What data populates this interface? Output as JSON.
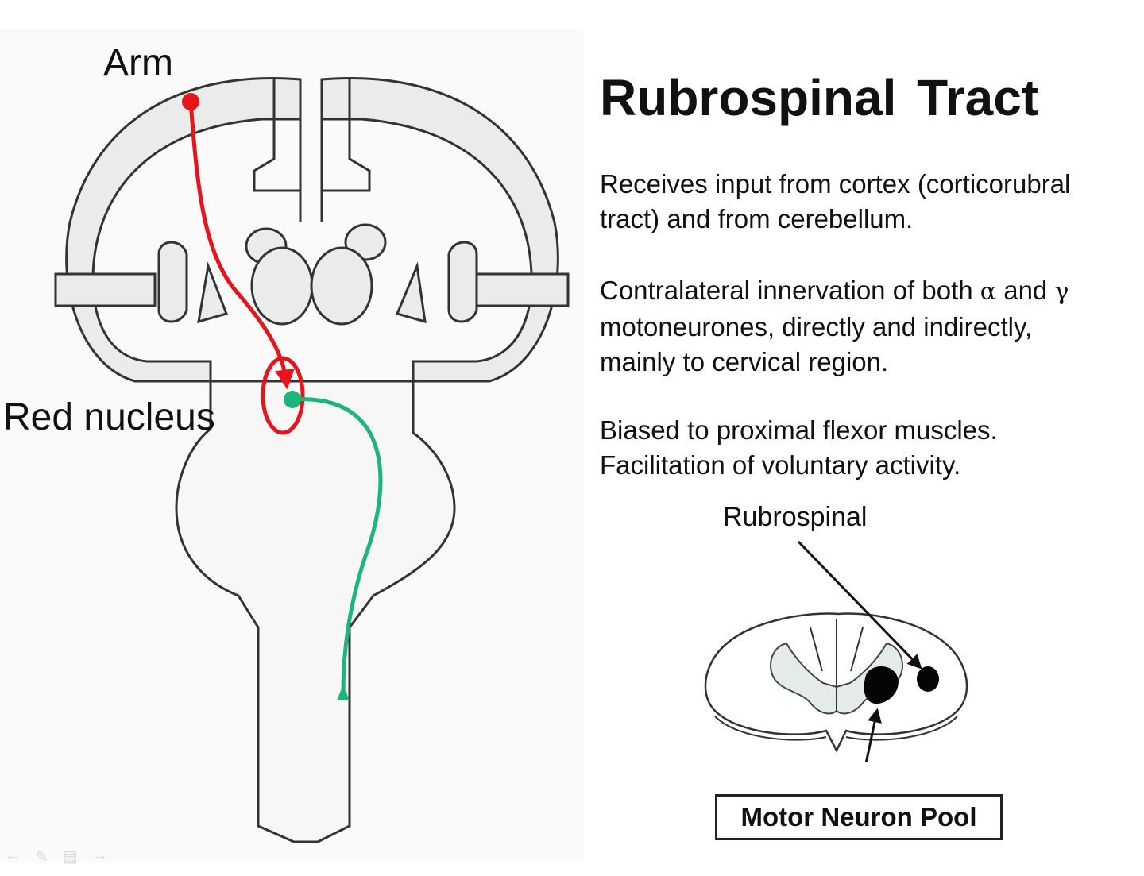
{
  "diagram": {
    "labels": {
      "arm": "Arm",
      "red_nucleus": "Red nucleus"
    },
    "colors": {
      "corticorubral_tract": "#e8141b",
      "rubrospinal_tract": "#1db57a",
      "brain_fill": "#e9ecea",
      "outline": "#333333"
    }
  },
  "slide": {
    "title": "Rubrospinal Tract",
    "paragraphs": [
      {
        "lines": [
          "Receives input from cortex (corticorubral",
          "tract) and from cerebellum."
        ]
      },
      {
        "lines": [
          "motoneurones, directly and indirectly,",
          "mainly to cervical region."
        ],
        "first_line": {
          "pre": "Contralateral innervation of both ",
          "alpha": "α",
          "mid": " and ",
          "gamma": "γ"
        }
      },
      {
        "lines": [
          "Biased to proximal flexor muscles.",
          "Facilitation of voluntary activity."
        ]
      }
    ]
  },
  "cord_inset": {
    "rubrospinal_label": "Rubrospinal",
    "motor_neuron_pool_label": "Motor Neuron Pool"
  },
  "slideshow_controls": [
    "previous-icon",
    "pen-icon",
    "menu-icon",
    "next-icon"
  ]
}
